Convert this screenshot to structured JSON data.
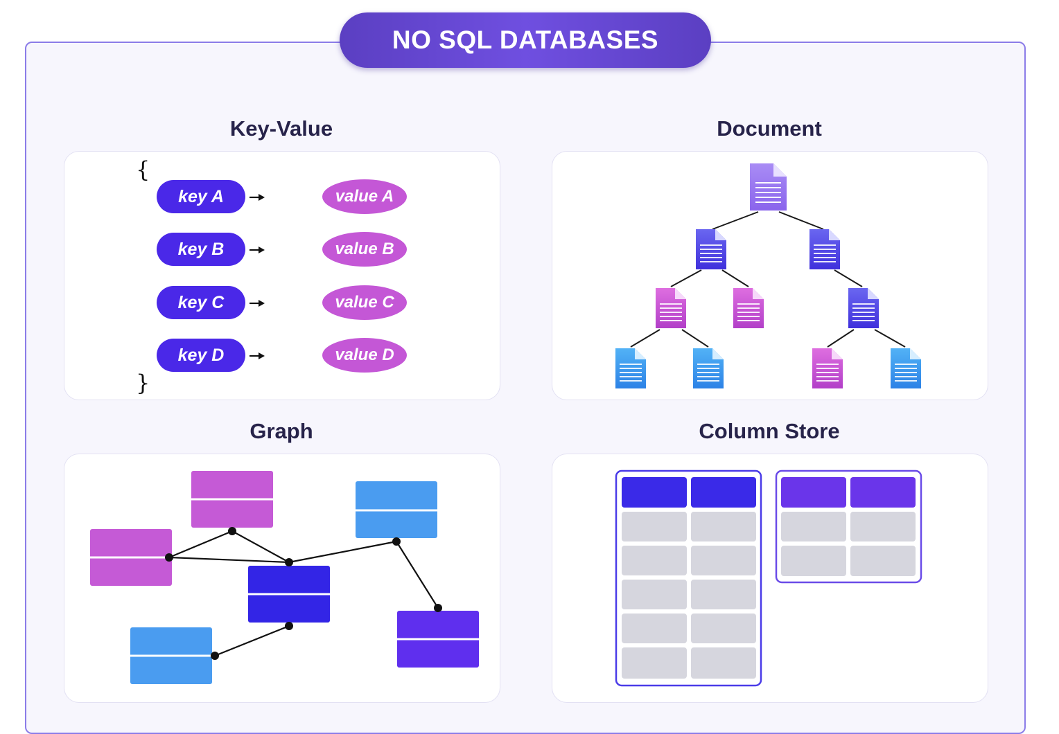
{
  "header": {
    "title": "NO SQL DATABASES"
  },
  "sections": {
    "key_value": {
      "title": "Key-Value",
      "open_brace": "{",
      "close_brace": "}",
      "pairs": [
        {
          "key": "key A",
          "value": "value A"
        },
        {
          "key": "key B",
          "value": "value B"
        },
        {
          "key": "key C",
          "value": "value C"
        },
        {
          "key": "key D",
          "value": "value D"
        }
      ]
    },
    "document": {
      "title": "Document"
    },
    "graph": {
      "title": "Graph"
    },
    "column_store": {
      "title": "Column Store"
    }
  },
  "colors": {
    "title_pill": "#6f4fe0",
    "key_pill": "#4a28e8",
    "value_pill": "#c457d6",
    "doc_purple": "#9a7cf0",
    "doc_indigo": "#5b50e8",
    "doc_magenta": "#d05ad8",
    "doc_blue": "#3fa0f0",
    "graph_magenta": "#c55ad6",
    "graph_blue": "#4a9cf0",
    "graph_indigo": "#3325e6",
    "graph_violet": "#5f2fee",
    "column_header_blue": "#3a2ae8",
    "column_header_violet": "#6a35ea",
    "column_cell": "#d6d6de"
  }
}
